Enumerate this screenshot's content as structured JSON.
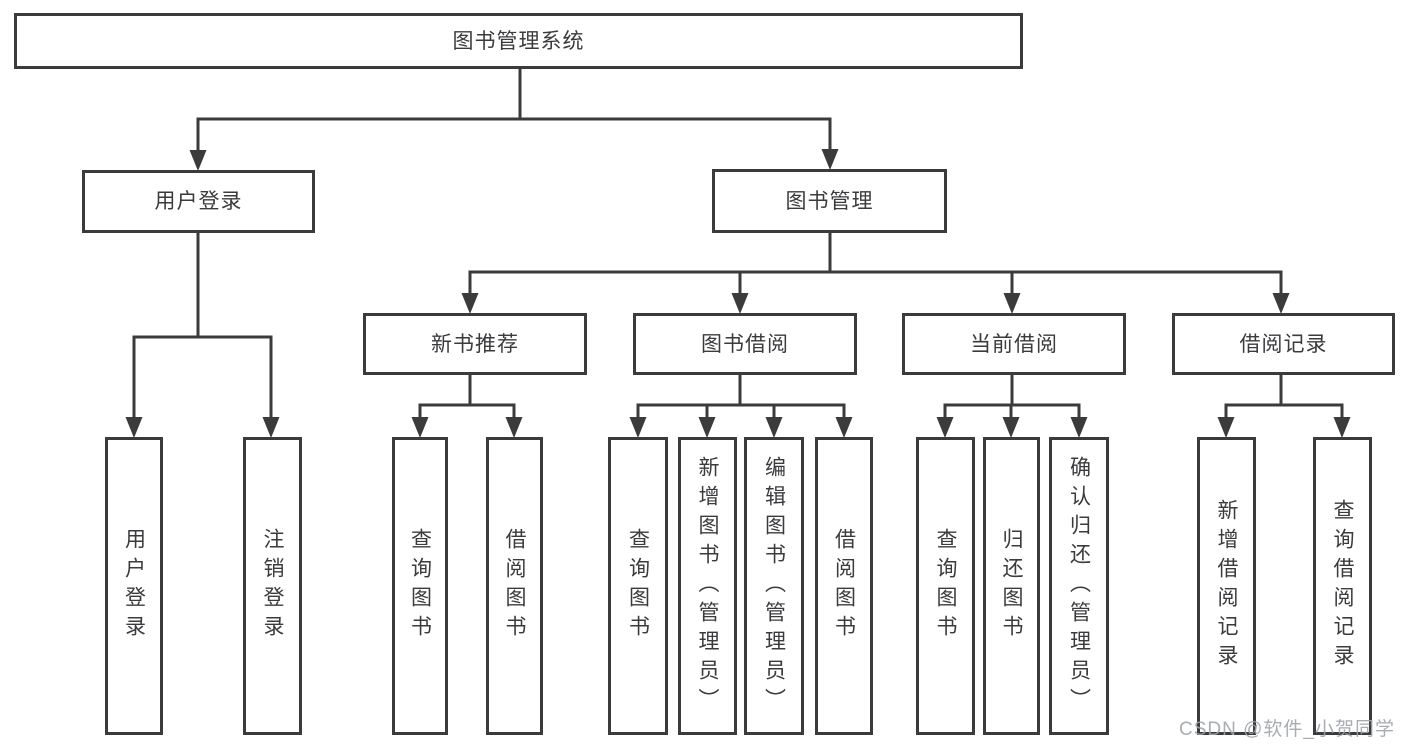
{
  "diagram": {
    "title": "图书管理系统",
    "colors": {
      "line": "#3b3b3b",
      "box_background": "#ffffff",
      "text": "#3b3b3e",
      "watermark": "#9ea4aa"
    },
    "root": {
      "label": "图书管理系统"
    },
    "branches": [
      {
        "label": "用户登录"
      },
      {
        "label": "图书管理"
      }
    ],
    "modules": [
      {
        "label": "新书推荐"
      },
      {
        "label": "图书借阅"
      },
      {
        "label": "当前借阅"
      },
      {
        "label": "借阅记录"
      }
    ],
    "leaves": [
      {
        "label": "用户登录"
      },
      {
        "label": "注销登录"
      },
      {
        "label": "查询图书"
      },
      {
        "label": "借阅图书"
      },
      {
        "label": "查询图书"
      },
      {
        "label": "新增图书（管理员）"
      },
      {
        "label": "编辑图书（管理员）"
      },
      {
        "label": "借阅图书"
      },
      {
        "label": "查询图书"
      },
      {
        "label": "归还图书"
      },
      {
        "label": "确认归还（管理员）"
      },
      {
        "label": "新增借阅记录"
      },
      {
        "label": "查询借阅记录"
      }
    ],
    "watermark": "CSDN @软件_小贺同学"
  }
}
